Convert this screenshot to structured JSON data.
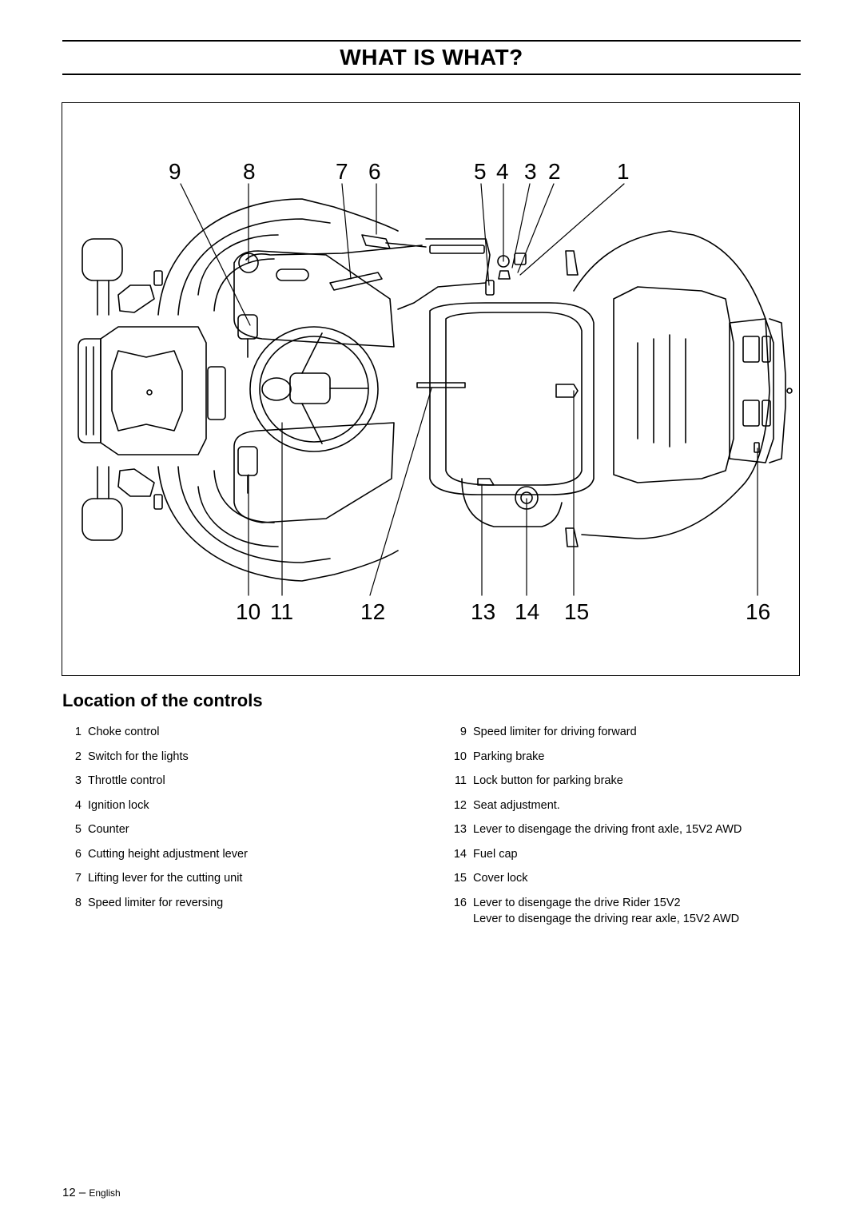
{
  "header": {
    "title": "WHAT IS WHAT?"
  },
  "figure": {
    "top_labels": [
      "9",
      "8",
      "7",
      "6",
      "5",
      "4",
      "3",
      "2",
      "1"
    ],
    "bottom_labels": [
      "10",
      "11",
      "12",
      "13",
      "14",
      "15",
      "16"
    ]
  },
  "section": {
    "title": "Location of the controls"
  },
  "legend_left": [
    {
      "num": "1",
      "text": "Choke control"
    },
    {
      "num": "2",
      "text": "Switch for the lights"
    },
    {
      "num": "3",
      "text": "Throttle control"
    },
    {
      "num": "4",
      "text": "Ignition lock"
    },
    {
      "num": "5",
      "text": "Counter"
    },
    {
      "num": "6",
      "text": "Cutting height adjustment lever"
    },
    {
      "num": "7",
      "text": "Lifting lever for the cutting unit"
    },
    {
      "num": "8",
      "text": "Speed limiter for reversing"
    }
  ],
  "legend_right": [
    {
      "num": "9",
      "text": "Speed limiter for driving forward"
    },
    {
      "num": "10",
      "text": "Parking brake"
    },
    {
      "num": "11",
      "text": "Lock button for parking brake"
    },
    {
      "num": "12",
      "text": "Seat adjustment."
    },
    {
      "num": "13",
      "text": "Lever to disengage the driving front axle, 15V2 AWD"
    },
    {
      "num": "14",
      "text": "Fuel cap"
    },
    {
      "num": "15",
      "text": "Cover lock"
    },
    {
      "num": "16",
      "text": "Lever to disengage the drive Rider 15V2",
      "text2": "Lever to disengage the driving rear axle, 15V2 AWD"
    }
  ],
  "footer": {
    "page": "12 –",
    "language": "English"
  }
}
